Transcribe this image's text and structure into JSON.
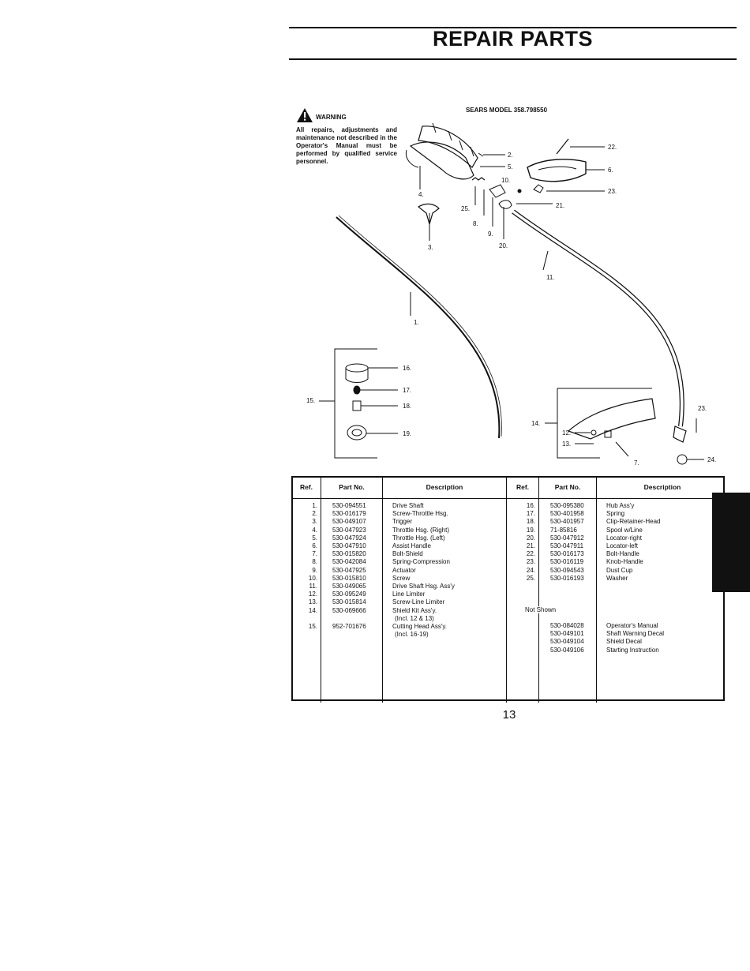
{
  "header": {
    "title": "REPAIR PARTS"
  },
  "model": "SEARS MODEL 358.798550",
  "warning": {
    "title": "WARNING",
    "text": "All repairs, adjustments and maintenance not described in the Operator's Manual must be performed by qualified service personnel."
  },
  "callouts": [
    "1.",
    "2.",
    "3.",
    "4.",
    "5.",
    "6.",
    "7.",
    "8.",
    "9.",
    "10.",
    "11.",
    "12.",
    "13.",
    "14.",
    "15.",
    "16.",
    "17.",
    "18.",
    "19.",
    "20.",
    "21.",
    "22.",
    "23.",
    "23.",
    "24.",
    "25."
  ],
  "table": {
    "headers": [
      "Ref.",
      "Part No.",
      "Description",
      "Ref.",
      "Part No.",
      "Description"
    ],
    "left": [
      {
        "ref": "1.",
        "part": "530-094551",
        "desc": "Drive Shaft"
      },
      {
        "ref": "2.",
        "part": "530-016179",
        "desc": "Screw-Throttle Hsg."
      },
      {
        "ref": "3.",
        "part": "530-049107",
        "desc": "Trigger"
      },
      {
        "ref": "4.",
        "part": "530-047923",
        "desc": "Throttle Hsg. (Right)"
      },
      {
        "ref": "5.",
        "part": "530-047924",
        "desc": "Throttle Hsg. (Left)"
      },
      {
        "ref": "6.",
        "part": "530-047910",
        "desc": "Assist Handle"
      },
      {
        "ref": "7.",
        "part": "530-015820",
        "desc": "Bolt-Shield"
      },
      {
        "ref": "8.",
        "part": "530-042084",
        "desc": "Spring-Compression"
      },
      {
        "ref": "9.",
        "part": "530-047925",
        "desc": "Actuator"
      },
      {
        "ref": "10.",
        "part": "530-015810",
        "desc": "Screw"
      },
      {
        "ref": "11.",
        "part": "530-049065",
        "desc": "Drive Shaft Hsg. Ass'y"
      },
      {
        "ref": "12.",
        "part": "530-095249",
        "desc": "Line Limiter"
      },
      {
        "ref": "13.",
        "part": "530-015814",
        "desc": "Screw-Line Limiter"
      },
      {
        "ref": "14.",
        "part": "530-069666",
        "desc": "Shield Kit Ass'y."
      },
      {
        "ref": "",
        "part": "",
        "desc": "(Incl. 12 & 13)"
      },
      {
        "ref": "15.",
        "part": "952-701676",
        "desc": "Cutting Head Ass'y."
      },
      {
        "ref": "",
        "part": "",
        "desc": "(Incl. 16-19)"
      }
    ],
    "right": [
      {
        "ref": "16.",
        "part": "530-095380",
        "desc": "Hub Ass'y"
      },
      {
        "ref": "17.",
        "part": "530-401958",
        "desc": "Spring"
      },
      {
        "ref": "18.",
        "part": "530-401957",
        "desc": "Clip-Retainer-Head"
      },
      {
        "ref": "19.",
        "part": "71-85816",
        "desc": "Spool w/Line"
      },
      {
        "ref": "20.",
        "part": "530-047912",
        "desc": "Locator-right"
      },
      {
        "ref": "21.",
        "part": "530-047911",
        "desc": "Locator-left"
      },
      {
        "ref": "22.",
        "part": "530-016173",
        "desc": "Bolt-Handle"
      },
      {
        "ref": "23.",
        "part": "530-016119",
        "desc": "Knob-Handle"
      },
      {
        "ref": "24.",
        "part": "530-094543",
        "desc": "Dust Cup"
      },
      {
        "ref": "25.",
        "part": "530-016193",
        "desc": "Washer"
      }
    ],
    "not_shown_label": "Not Shown",
    "not_shown": [
      {
        "part": "530-084028",
        "desc": "Operator's Manual"
      },
      {
        "part": "530-049101",
        "desc": "Shaft Warning Decal"
      },
      {
        "part": "530-049104",
        "desc": "Shield Decal"
      },
      {
        "part": "530-049106",
        "desc": "Starting Instruction"
      }
    ]
  },
  "page_number": "13"
}
